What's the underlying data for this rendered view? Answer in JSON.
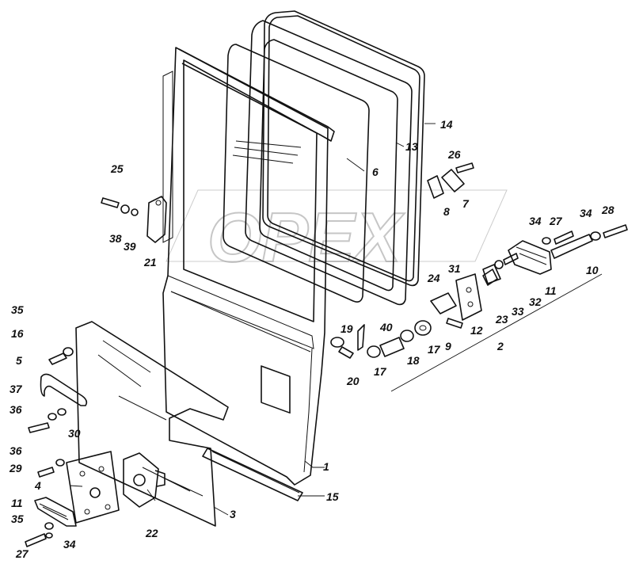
{
  "diagram": {
    "watermark": "OPEX",
    "callouts": [
      {
        "id": "c1",
        "text": "1"
      },
      {
        "id": "c2",
        "text": "2"
      },
      {
        "id": "c3",
        "text": "3"
      },
      {
        "id": "c4",
        "text": "4"
      },
      {
        "id": "c5",
        "text": "5"
      },
      {
        "id": "c6",
        "text": "6"
      },
      {
        "id": "c7",
        "text": "7"
      },
      {
        "id": "c8",
        "text": "8"
      },
      {
        "id": "c9",
        "text": "9"
      },
      {
        "id": "c10",
        "text": "10"
      },
      {
        "id": "c11a",
        "text": "11"
      },
      {
        "id": "c11b",
        "text": "11"
      },
      {
        "id": "c12",
        "text": "12"
      },
      {
        "id": "c13",
        "text": "13"
      },
      {
        "id": "c14",
        "text": "14"
      },
      {
        "id": "c15",
        "text": "15"
      },
      {
        "id": "c16",
        "text": "16"
      },
      {
        "id": "c17a",
        "text": "17"
      },
      {
        "id": "c17b",
        "text": "17"
      },
      {
        "id": "c18",
        "text": "18"
      },
      {
        "id": "c19",
        "text": "19"
      },
      {
        "id": "c20",
        "text": "20"
      },
      {
        "id": "c21",
        "text": "21"
      },
      {
        "id": "c22",
        "text": "22"
      },
      {
        "id": "c23",
        "text": "23"
      },
      {
        "id": "c24",
        "text": "24"
      },
      {
        "id": "c25",
        "text": "25"
      },
      {
        "id": "c26",
        "text": "26"
      },
      {
        "id": "c27a",
        "text": "27"
      },
      {
        "id": "c27b",
        "text": "27"
      },
      {
        "id": "c28",
        "text": "28"
      },
      {
        "id": "c29",
        "text": "29"
      },
      {
        "id": "c30",
        "text": "30"
      },
      {
        "id": "c31",
        "text": "31"
      },
      {
        "id": "c32",
        "text": "32"
      },
      {
        "id": "c33",
        "text": "33"
      },
      {
        "id": "c34a",
        "text": "34"
      },
      {
        "id": "c34b",
        "text": "34"
      },
      {
        "id": "c34c",
        "text": "34"
      },
      {
        "id": "c35a",
        "text": "35"
      },
      {
        "id": "c35b",
        "text": "35"
      },
      {
        "id": "c36a",
        "text": "36"
      },
      {
        "id": "c36b",
        "text": "36"
      },
      {
        "id": "c37",
        "text": "37"
      },
      {
        "id": "c38",
        "text": "38"
      },
      {
        "id": "c39",
        "text": "39"
      },
      {
        "id": "c40",
        "text": "40"
      }
    ]
  }
}
